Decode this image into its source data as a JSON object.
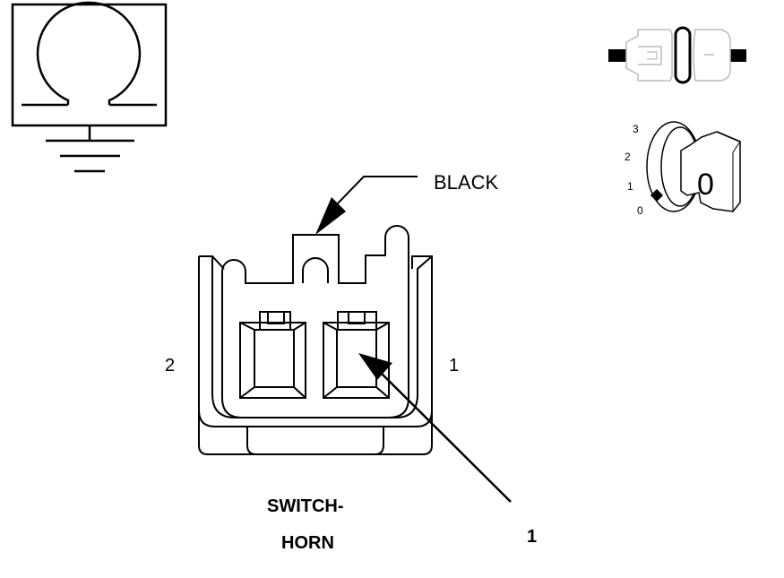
{
  "wire_color_label": "BLACK",
  "pin_labels": {
    "left": "2",
    "right": "1"
  },
  "connector_title": {
    "line1": "SWITCH-",
    "line2": "HORN"
  },
  "callout_number": "1",
  "key_switch": {
    "positions": [
      "3",
      "2",
      "1",
      "0"
    ],
    "key_face_label": "0"
  },
  "icons": {
    "ohmmeter": "ohm-symbol-icon",
    "ground": "ground-symbol-icon",
    "connector_side_view": "connector-side-view-icon",
    "ignition_key": "ignition-key-icon"
  }
}
